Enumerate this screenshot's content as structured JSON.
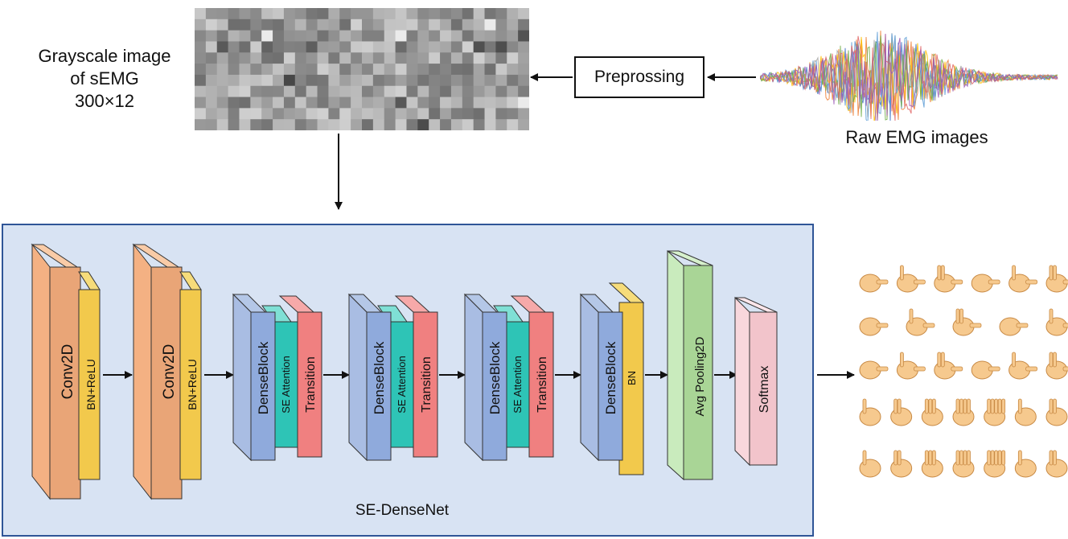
{
  "input": {
    "title_line1": "Grayscale image",
    "title_line2": "of sEMG",
    "title_line3": "300×12"
  },
  "preprocess": {
    "label": "Preprossing"
  },
  "raw": {
    "label": "Raw EMG images"
  },
  "network": {
    "name": "SE-DenseNet",
    "layers": [
      {
        "id": "conv1",
        "main": "Conv2D",
        "side": "BN+ReLU",
        "main_color": "#f4b183",
        "side_color": "#f2c94c"
      },
      {
        "id": "conv2",
        "main": "Conv2D",
        "side": "BN+ReLU",
        "main_color": "#f4b183",
        "side_color": "#f2c94c"
      },
      {
        "id": "dense1",
        "parts": [
          "DenseBlock",
          "SE Attention",
          "Transition"
        ]
      },
      {
        "id": "dense2",
        "parts": [
          "DenseBlock",
          "SE Attention",
          "Transition"
        ]
      },
      {
        "id": "dense3",
        "parts": [
          "DenseBlock",
          "SE Attention",
          "Transition"
        ]
      },
      {
        "id": "dense4",
        "parts": [
          "DenseBlock",
          "BN"
        ]
      },
      {
        "id": "avgpool",
        "main": "Avg Pooling2D"
      },
      {
        "id": "softmax",
        "main": "Softmax"
      }
    ]
  },
  "colors": {
    "dense_block": "#8faadc",
    "se_attention": "#2ec4b6",
    "transition": "#f08080",
    "bn": "#f2c94c",
    "avg_pool": "#b7e4a8",
    "softmax": "#f8d7dc",
    "border": "#2f5597"
  }
}
